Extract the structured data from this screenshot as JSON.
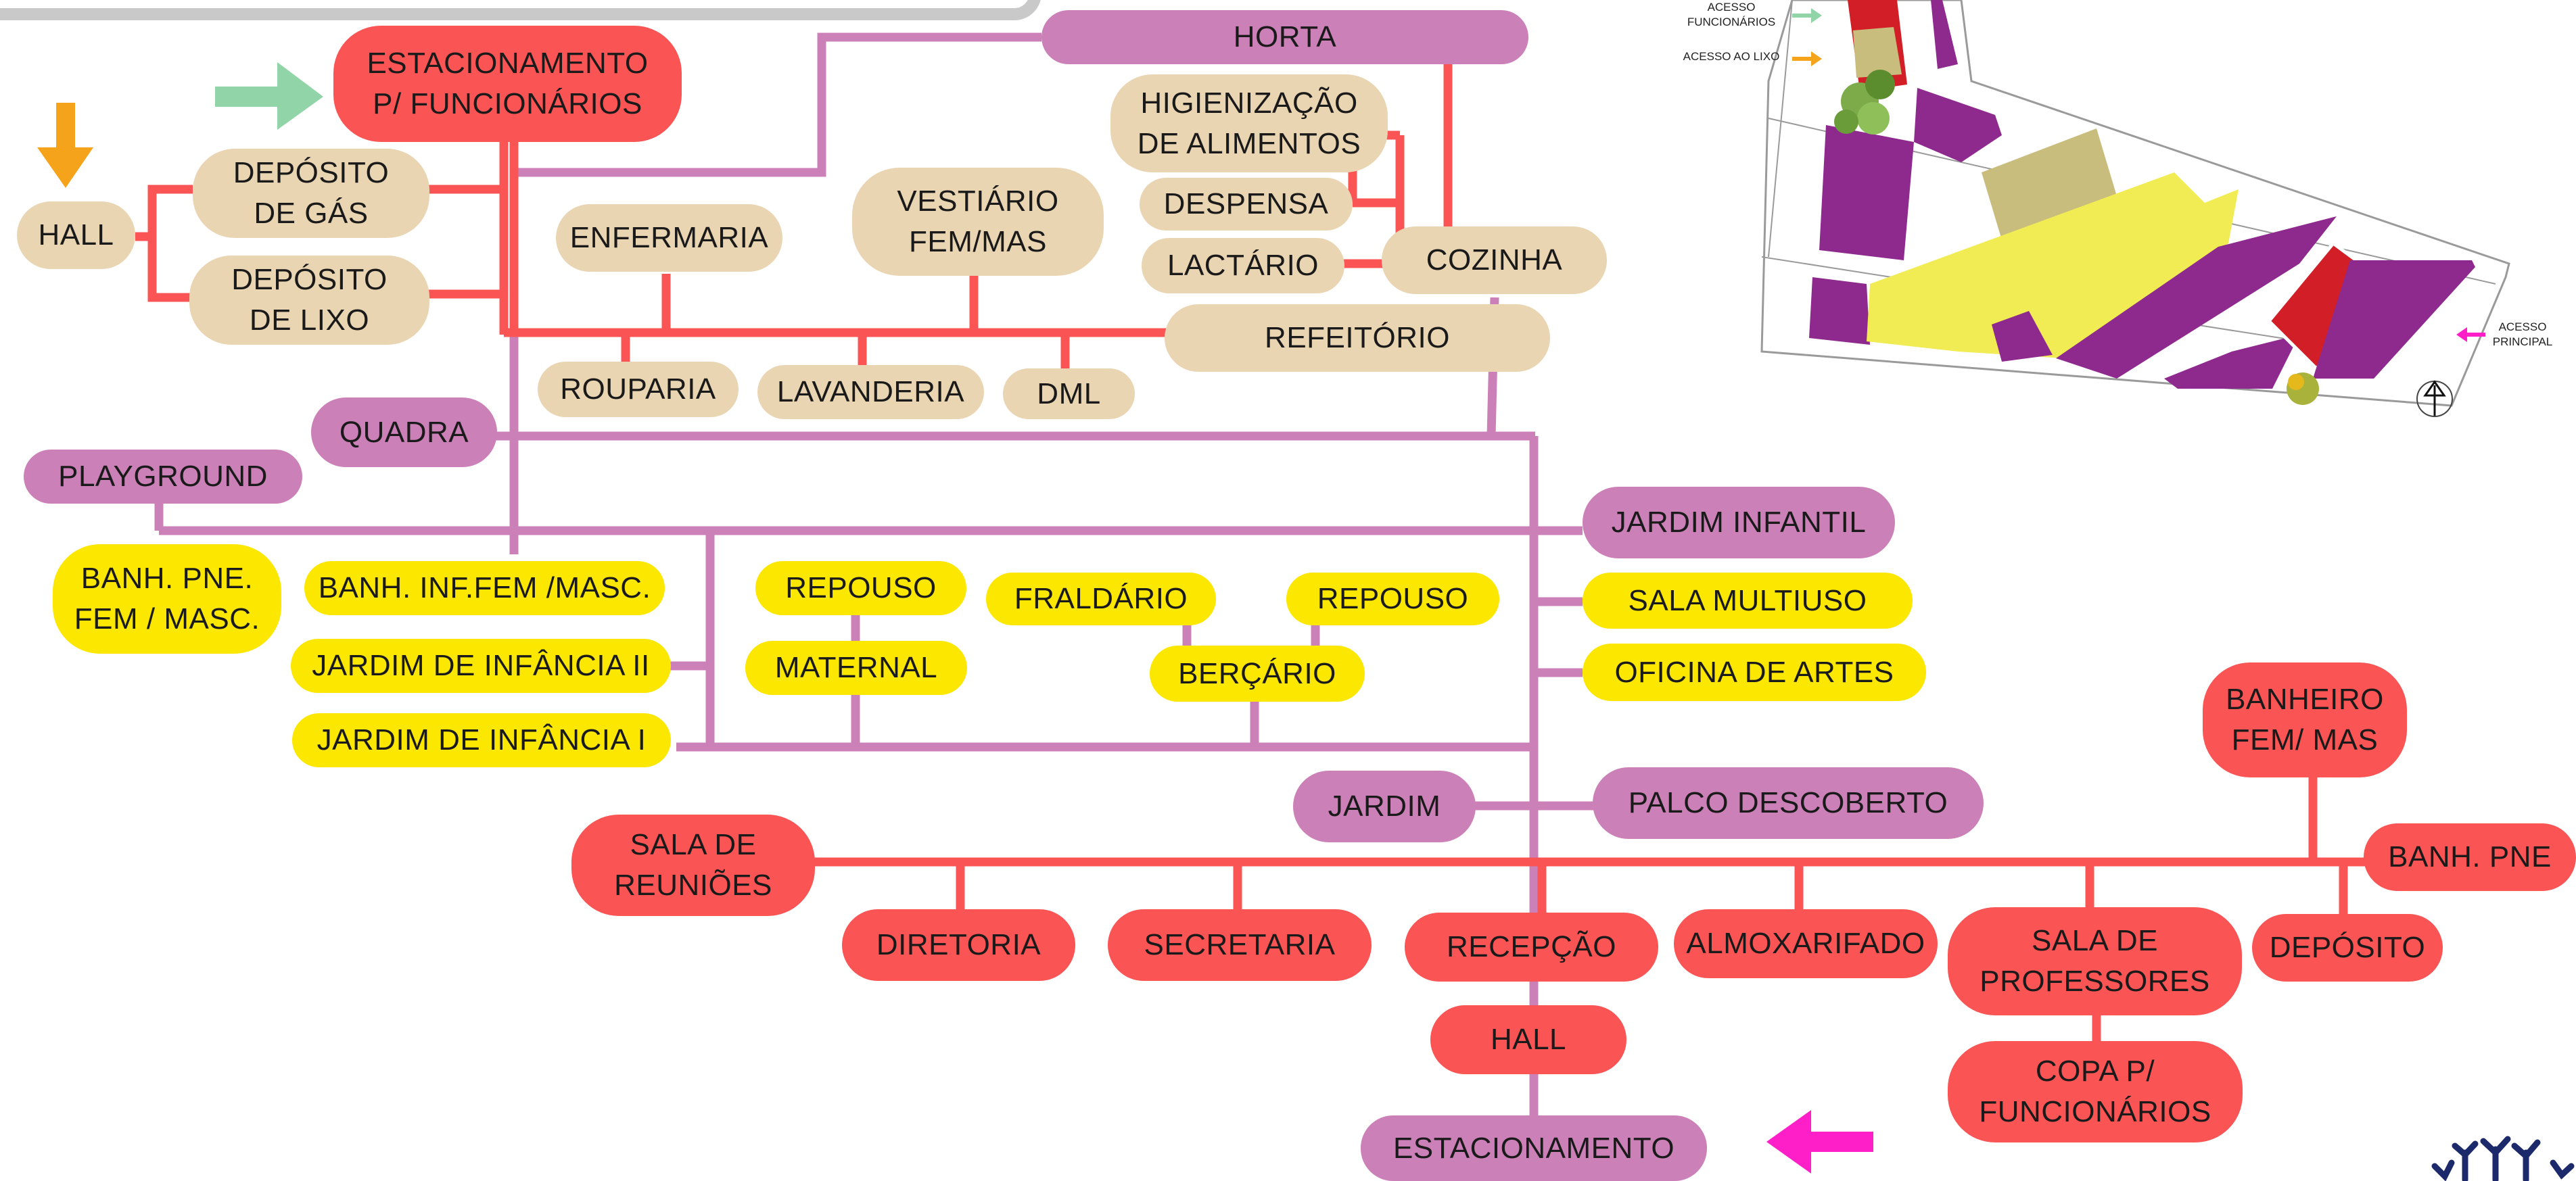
{
  "nodes": {
    "estacionamento_funcionarios": "ESTACIONAMENTO\nP/  FUNCIONÁRIOS",
    "horta": "HORTA",
    "higienizacao": "HIGIENIZAÇÃO\nDE ALIMENTOS",
    "hall_top": "HALL",
    "deposito_gas": "DEPÓSITO\nDE GÁS",
    "deposito_lixo": "DEPÓSITO\nDE LIXO",
    "enfermaria": "ENFERMARIA",
    "vestiario": "VESTIÁRIO\nFEM/MAS",
    "despensa": "DESPENSA",
    "lactario": "LACTÁRIO",
    "cozinha": "COZINHA",
    "refeitorio": "REFEITÓRIO",
    "rouparia": "ROUPARIA",
    "lavanderia": "LAVANDERIA",
    "dml": "DML",
    "quadra": "QUADRA",
    "playground": "PLAYGROUND",
    "jardim_infantil": "JARDIM INFANTIL",
    "banh_pne_fem_masc": "BANH. PNE.\nFEM / MASC.",
    "banh_inf": "BANH. INF.FEM /MASC.",
    "repouso_1": "REPOUSO",
    "fraldario": "FRALDÁRIO",
    "repouso_2": "REPOUSO",
    "sala_multiuso": "SALA MULTIUSO",
    "jardim_infancia_2": "JARDIM DE INFÂNCIA II",
    "maternal": "MATERNAL",
    "bercario": "BERÇÁRIO",
    "oficina_artes": "OFICINA DE ARTES",
    "jardim_infancia_1": "JARDIM DE INFÂNCIA I",
    "banheiro_fem_mas": "BANHEIRO\nFEM/ MAS",
    "jardim": "JARDIM",
    "palco_descoberto": "PALCO DESCOBERTO",
    "sala_reunioes": "SALA DE\nREUNIÕES",
    "banh_pne": "BANH. PNE",
    "diretoria": "DIRETORIA",
    "secretaria": "SECRETARIA",
    "recepcao": "RECEPÇÃO",
    "almoxarifado": "ALMOXARIFADO",
    "sala_professores": "SALA DE\nPROFESSORES",
    "deposito": "DEPÓSITO",
    "hall_bottom": "HALL",
    "copa_funcionarios": "COPA P/\nFUNCIONÁRIOS",
    "estacionamento": "ESTACIONAMENTO"
  },
  "legend": {
    "acesso_funcionarios": "ACESSO\nFUNCIONÁRIOS",
    "acesso_lixo": "ACESSO AO LIXO",
    "acesso_principal": "ACESSO\nPRINCIPAL"
  },
  "colors": {
    "service_tan": "#ead5b3",
    "outdoor_pink": "#cc80b8",
    "admin_red": "#fa5455",
    "pedagogic_yellow": "#fbe700",
    "arrow_green": "#90d4a8",
    "arrow_orange": "#f5a31a",
    "arrow_magenta": "#ff1fc8",
    "plan_purple": "#8e2a8e",
    "plan_olive": "#c8bd7c",
    "plan_yellow": "#f1ec54",
    "plan_red": "#d21e26"
  },
  "icons": [
    "north-arrow-icon",
    "tree-icon",
    "brand-logo-icon"
  ]
}
